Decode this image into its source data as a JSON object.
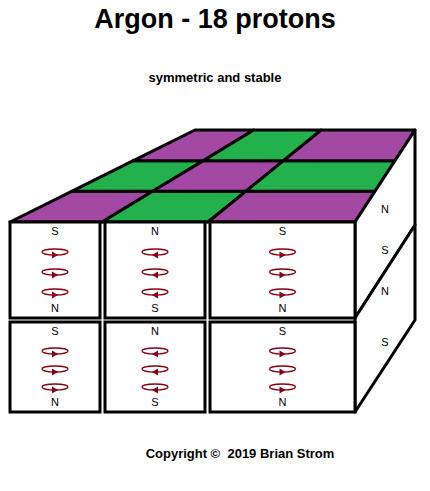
{
  "diagram": {
    "title": "Argon - 18 protons",
    "caption": "Copyright ©  2019 Brian Strom",
    "nodes": [
      {
        "text": [
          "S",
          "N"
        ]
      },
      {
        "text": [
          "N",
          "S"
        ]
      },
      {
        "text": [
          "S",
          "N"
        ]
      },
      {
        "text": [
          "N",
          "S"
        ]
      },
      {
        "text": [
          "S",
          "N"
        ]
      },
      {
        "text": [
          "N",
          "S"
        ]
      },
      {
        "text": [
          "S",
          "N"
        ]
      },
      {
        "text": [
          "N",
          "S"
        ]
      }
    ],
    "labels": [
      "symmetric and stable"
    ]
  }
}
